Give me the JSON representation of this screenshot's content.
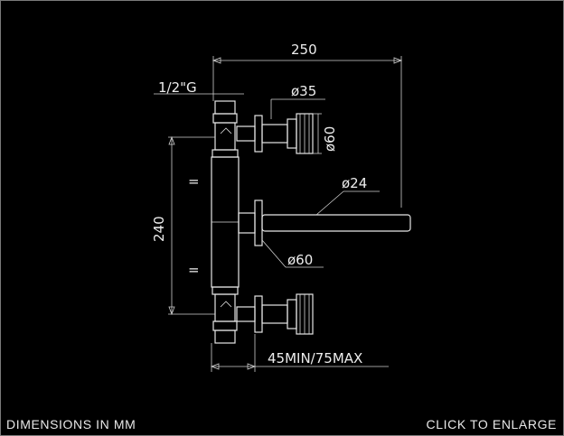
{
  "drawing": {
    "dim_overall_length": "250",
    "dim_thread": "1/2\"G",
    "dim_handle_dia_top": "ø35",
    "dim_handle_dia_side": "ø60",
    "dim_spout_dia": "ø24",
    "dim_flange_dia": "ø60",
    "dim_centers": "240",
    "dim_projection": "45MIN/75MAX",
    "equal_mark": "="
  },
  "footer": {
    "dimensions_label": "DIMENSIONS IN MM",
    "enlarge_label": "CLICK TO ENLARGE"
  },
  "colors": {
    "background": "#000000",
    "lines": "#e6e6e6",
    "border": "#7a7a7a"
  }
}
